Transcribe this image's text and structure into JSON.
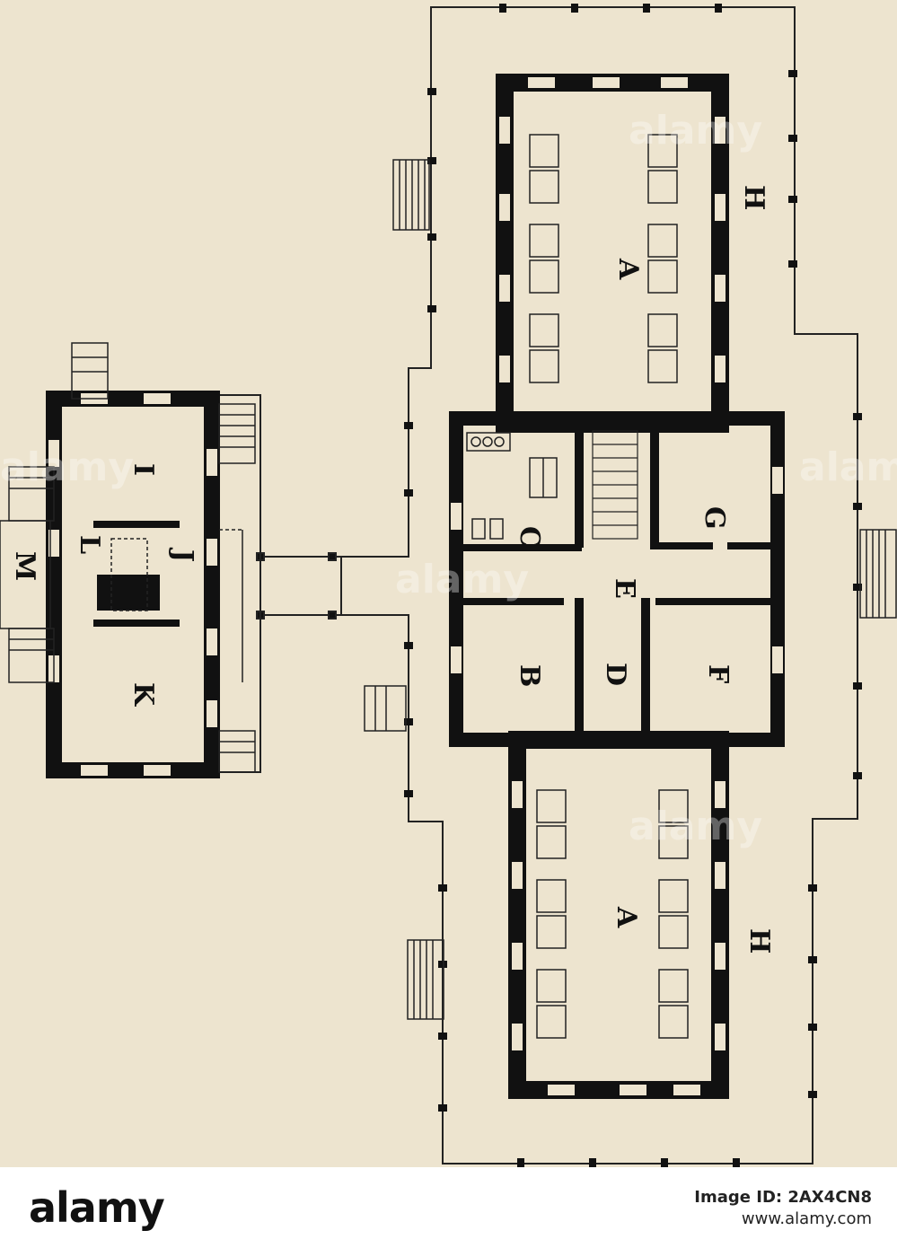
{
  "plan": {
    "labels": {
      "A": "A",
      "B": "B",
      "C": "C",
      "D": "D",
      "E": "E",
      "F": "F",
      "G": "G",
      "H": "H",
      "I": "I",
      "J": "J",
      "K": "K",
      "L": "L",
      "M": "M"
    },
    "watermark": "alamy"
  },
  "footer": {
    "logo": "alamy",
    "image_id_label": "Image ID: 2AX4CN8",
    "site": "www.alamy.com"
  }
}
